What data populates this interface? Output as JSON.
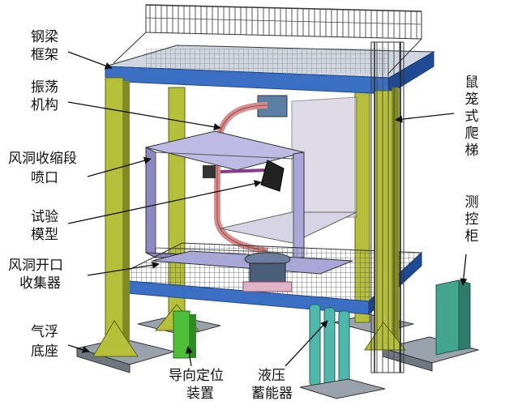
{
  "labels": {
    "steel_frame": [
      "钢梁",
      "框架"
    ],
    "oscillation": [
      "振荡",
      "机构"
    ],
    "contraction": [
      "风洞收缩段",
      "喷口"
    ],
    "test_model": [
      "试验",
      "模型"
    ],
    "collector": [
      "风洞开口",
      "收集器"
    ],
    "air_base": [
      "气浮",
      "底座"
    ],
    "guide": [
      "导向定位",
      "装置"
    ],
    "accumulator": [
      "液压",
      "蓄能器"
    ],
    "ladder": "鼠笼式爬梯",
    "console": "测控柜"
  },
  "colors": {
    "beam_blue": "#3a6fc4",
    "beam_dark": "#1f4a95",
    "column_olive": "#b5bf3a",
    "column_dark": "#7f8a22",
    "nozzle_panel": "#a9a6d8",
    "pipe_pink": "#d98c8c",
    "base_grey": "#9aa3ad",
    "guide_green": "#4fbf3a",
    "accumulator_teal": "#4fb7ac",
    "console_green": "#44a58f"
  }
}
